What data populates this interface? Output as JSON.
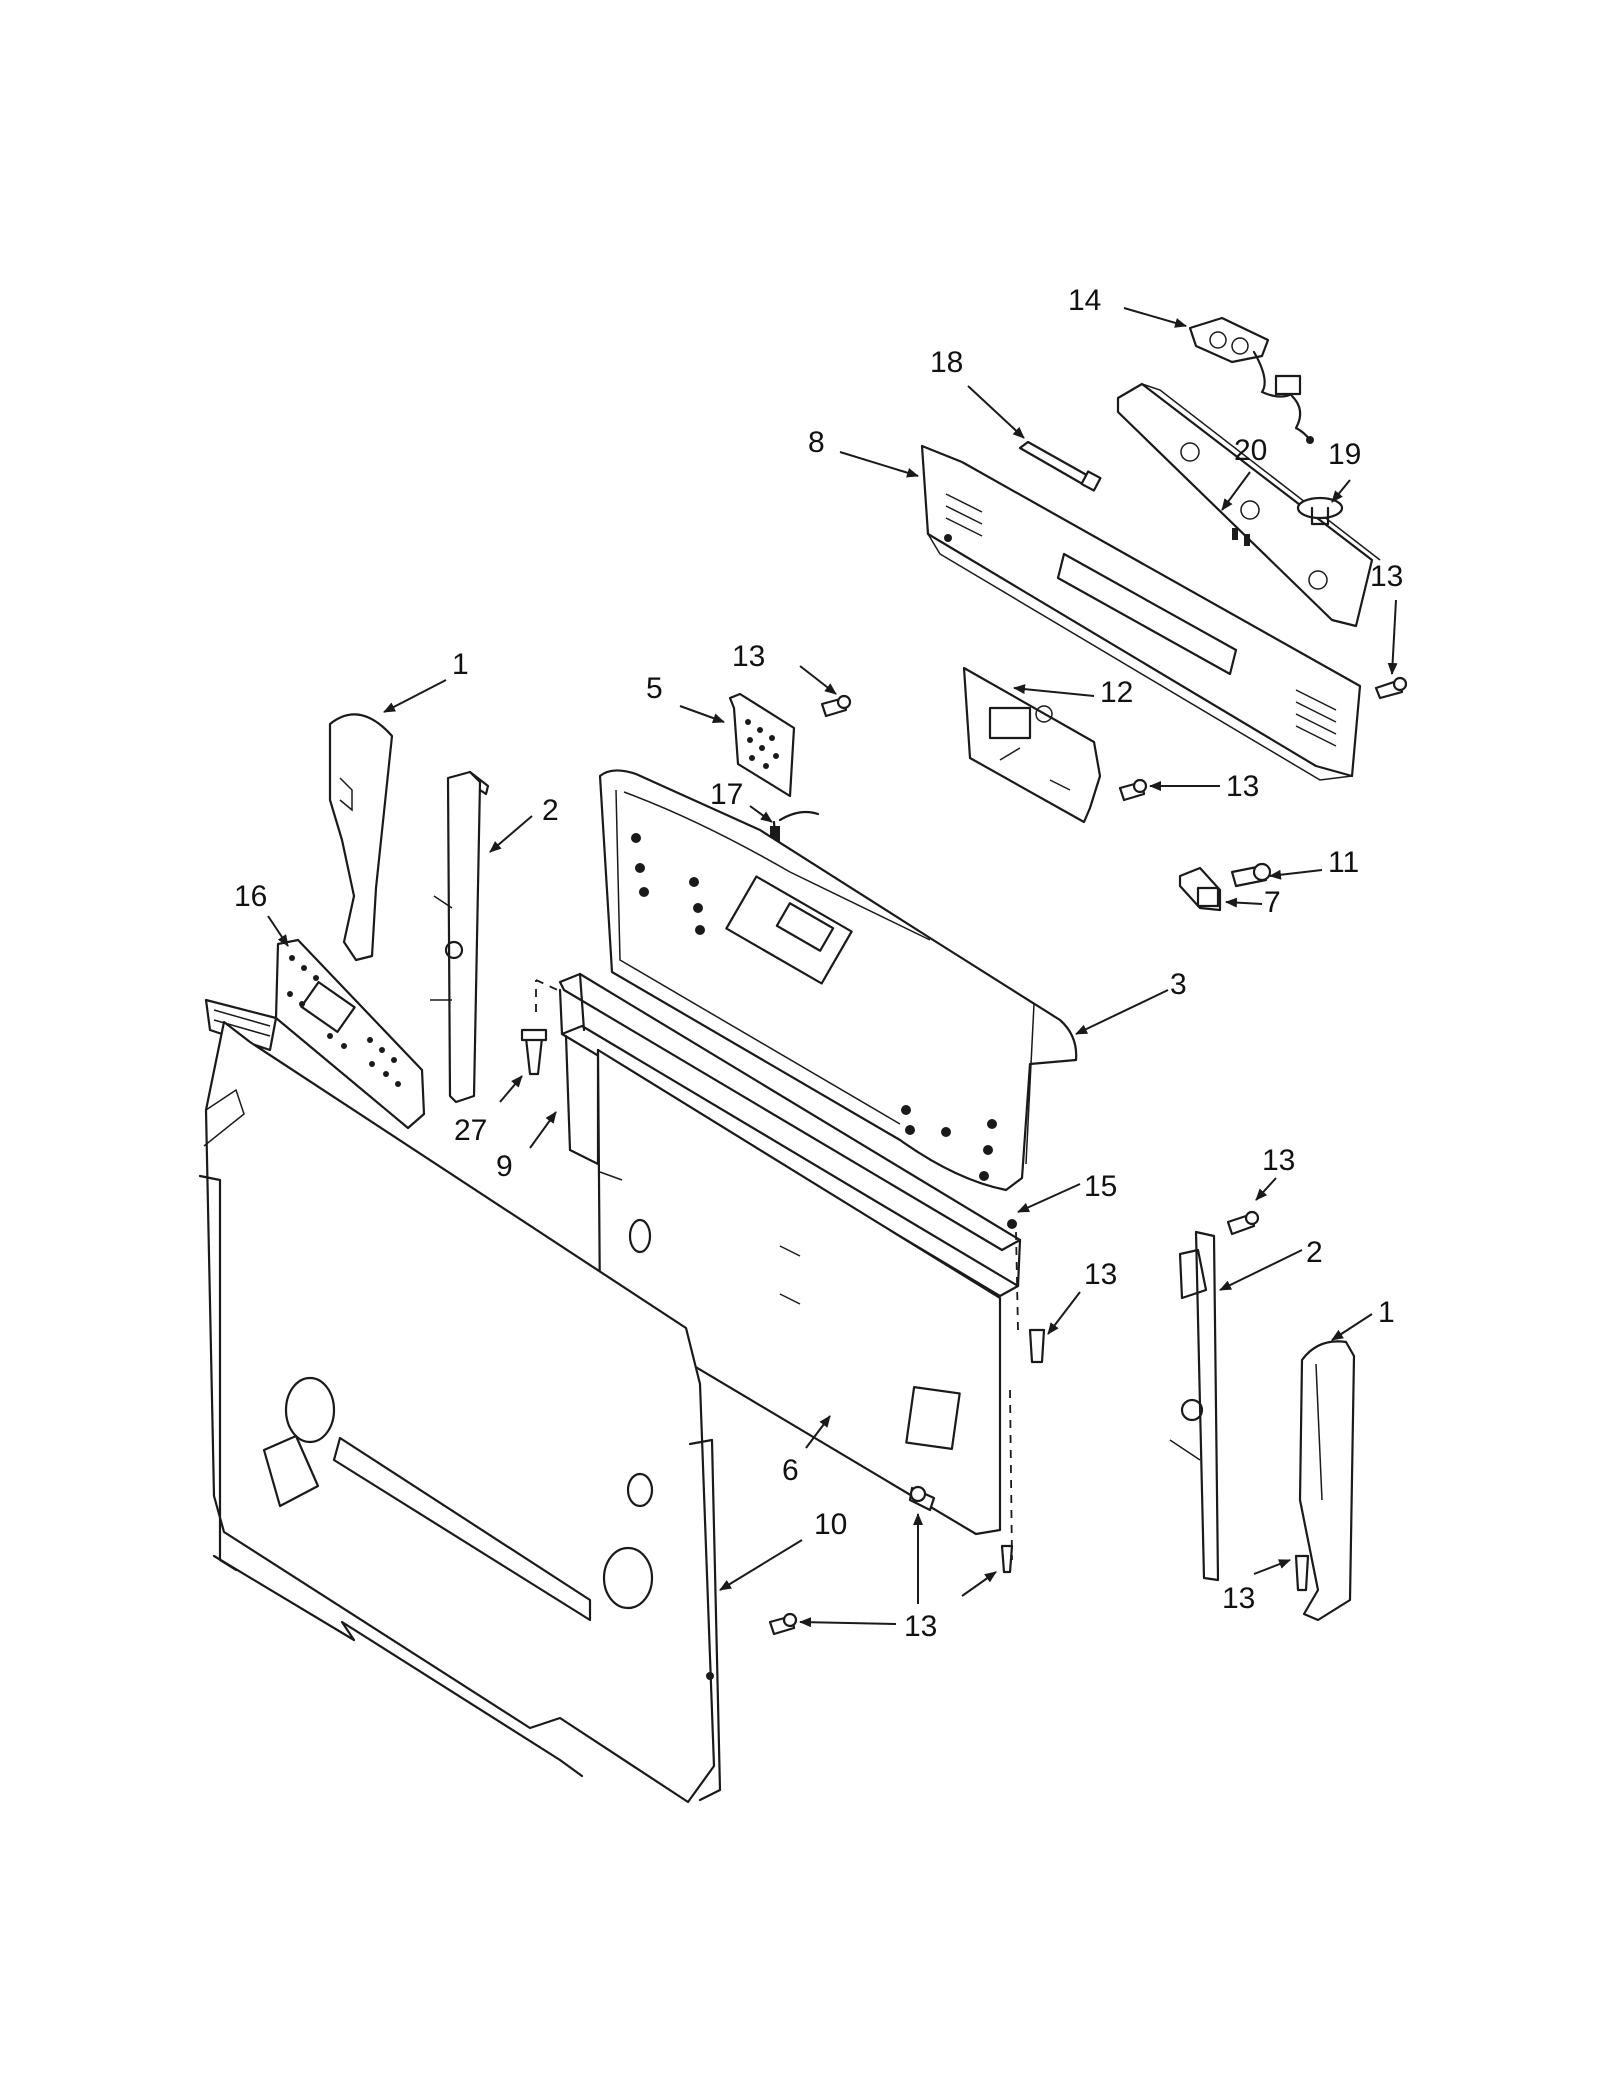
{
  "callouts": [
    {
      "id": "c14",
      "text": "14"
    },
    {
      "id": "c18",
      "text": "18"
    },
    {
      "id": "c8",
      "text": "8"
    },
    {
      "id": "c20",
      "text": "20"
    },
    {
      "id": "c19",
      "text": "19"
    },
    {
      "id": "c13a",
      "text": "13"
    },
    {
      "id": "c1a",
      "text": "1"
    },
    {
      "id": "c13b",
      "text": "13"
    },
    {
      "id": "c5",
      "text": "5"
    },
    {
      "id": "c12",
      "text": "12"
    },
    {
      "id": "c17",
      "text": "17"
    },
    {
      "id": "c13c",
      "text": "13"
    },
    {
      "id": "c2a",
      "text": "2"
    },
    {
      "id": "c11",
      "text": "11"
    },
    {
      "id": "c7",
      "text": "7"
    },
    {
      "id": "c16",
      "text": "16"
    },
    {
      "id": "c3",
      "text": "3"
    },
    {
      "id": "c27",
      "text": "27"
    },
    {
      "id": "c9",
      "text": "9"
    },
    {
      "id": "c13d",
      "text": "13"
    },
    {
      "id": "c15",
      "text": "15"
    },
    {
      "id": "c13e",
      "text": "13"
    },
    {
      "id": "c2b",
      "text": "2"
    },
    {
      "id": "c1b",
      "text": "1"
    },
    {
      "id": "c6",
      "text": "6"
    },
    {
      "id": "c10",
      "text": "10"
    },
    {
      "id": "c13f",
      "text": "13"
    },
    {
      "id": "c13g",
      "text": "13"
    }
  ]
}
